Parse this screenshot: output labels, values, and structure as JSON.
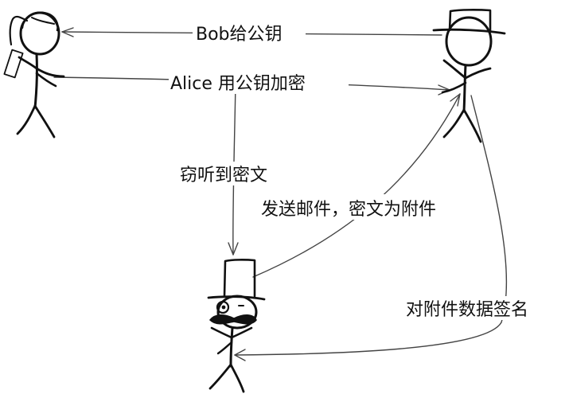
{
  "actors": [
    {
      "id": "alice",
      "icon": "woman-stick-figure-icon"
    },
    {
      "id": "bob",
      "icon": "man-with-hat-stick-figure-icon"
    },
    {
      "id": "eve",
      "icon": "eavesdropper-top-hat-mustache-icon"
    }
  ],
  "edges": [
    {
      "id": "bob_gives_key",
      "from": "bob",
      "to": "alice",
      "label": "Bob给公钥"
    },
    {
      "id": "alice_encrypts",
      "from": "alice",
      "to": "bob",
      "label": "Alice 用公钥加密"
    },
    {
      "id": "eavesdrop",
      "from": "alice_encrypts",
      "to": "eve",
      "label": "窃听到密文"
    },
    {
      "id": "send_mail",
      "from": "eve",
      "to": "bob",
      "label": "发送邮件，密文为附件"
    },
    {
      "id": "sign_attachment",
      "from": "bob",
      "to": "eve",
      "label": "对附件数据签名"
    }
  ],
  "colors": {
    "stroke": "#111111",
    "arrow": "#444444",
    "background": "#ffffff"
  }
}
